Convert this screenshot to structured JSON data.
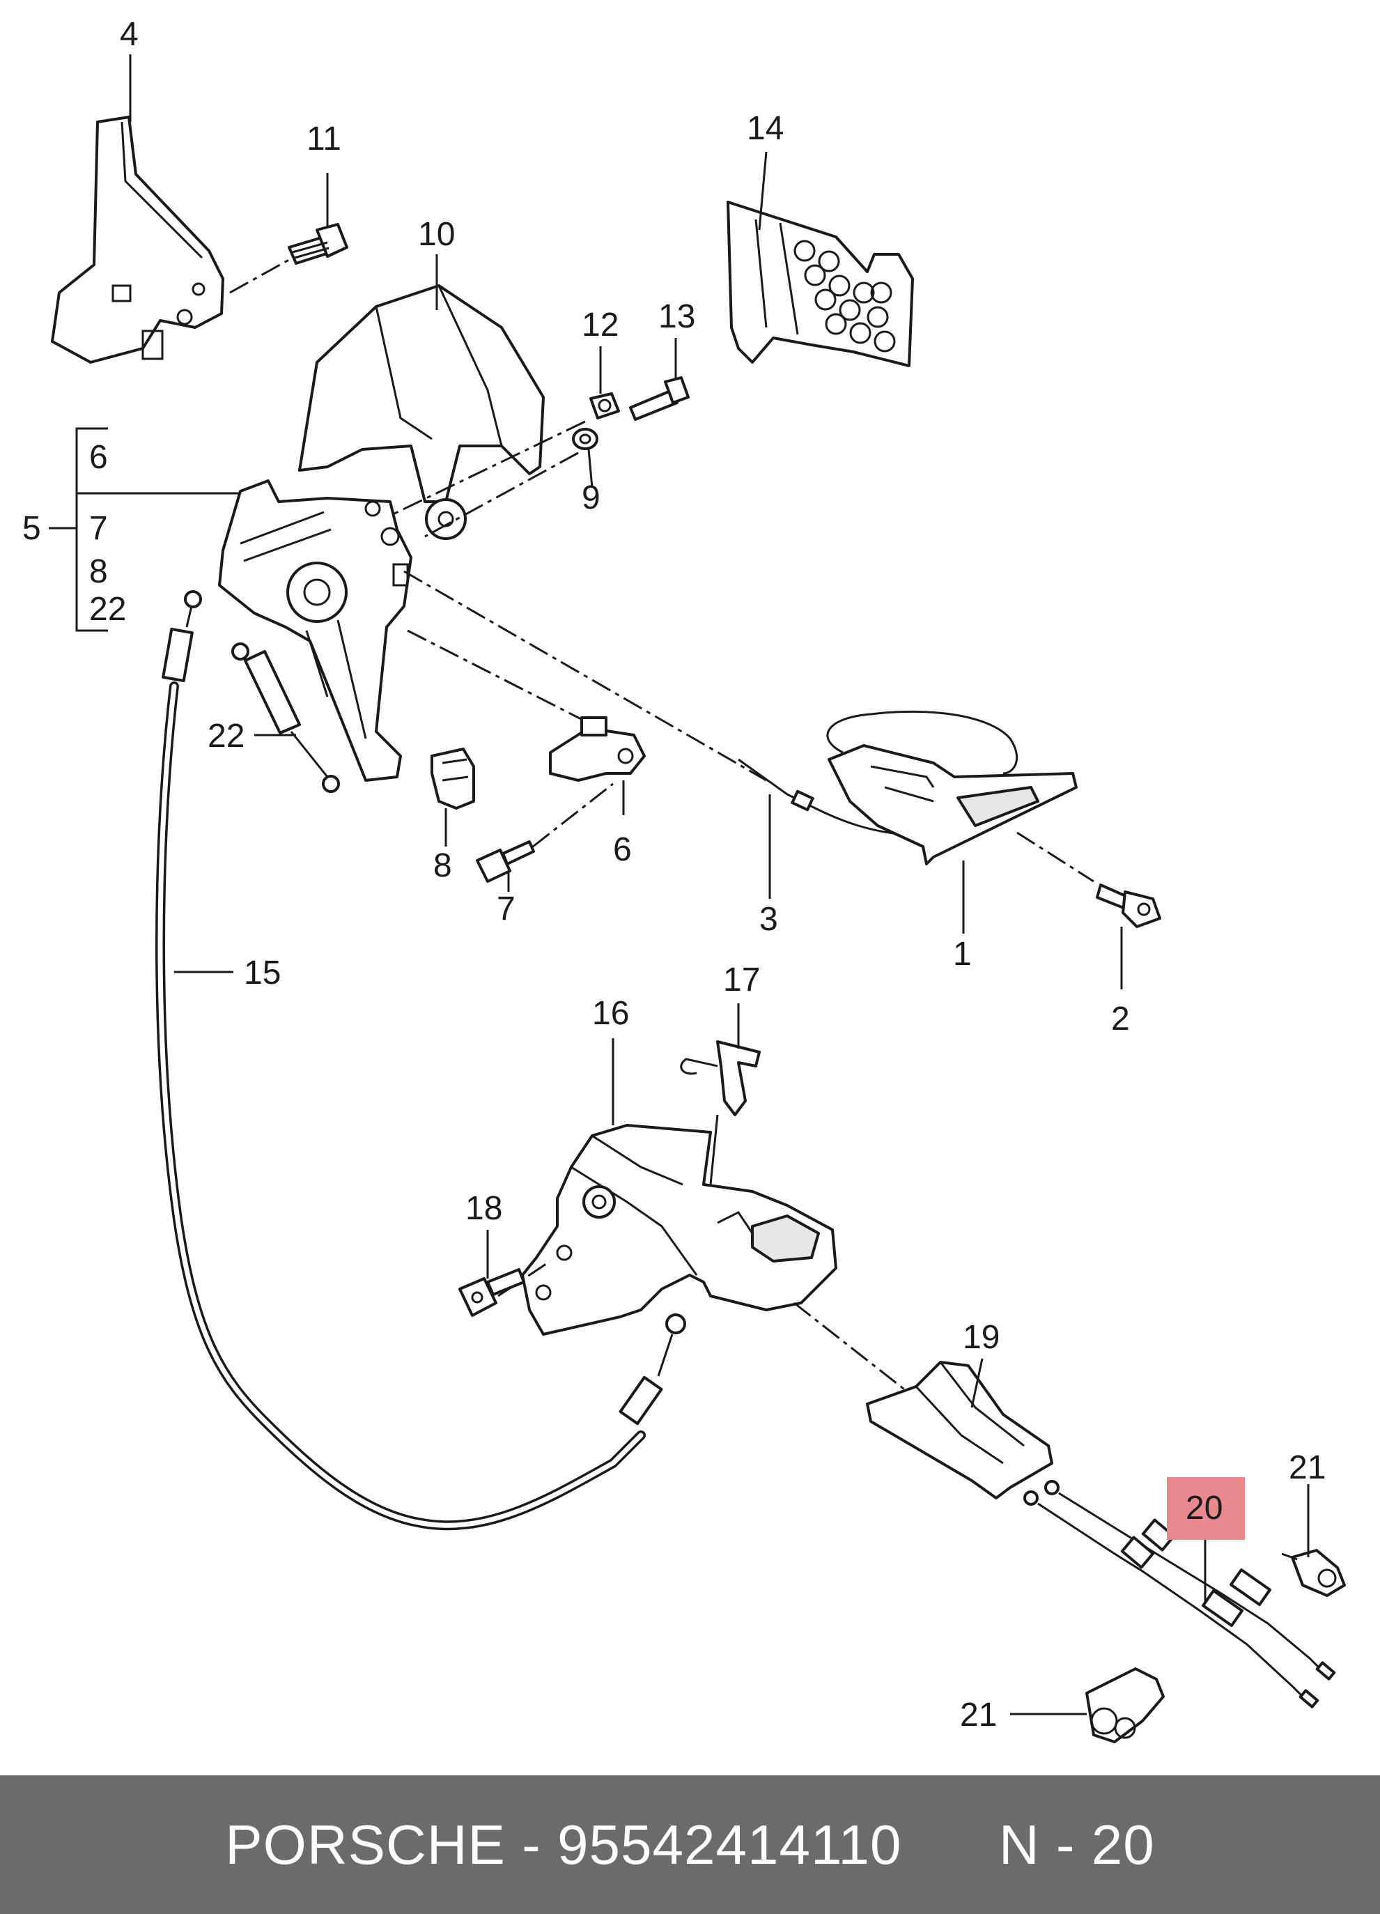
{
  "diagram": {
    "callouts": {
      "c1": "1",
      "c2": "2",
      "c3": "3",
      "c4": "4",
      "c5": "5",
      "c6a": "6",
      "c6b": "6",
      "c7a": "7",
      "c7b": "7",
      "c8a": "8",
      "c8b": "8",
      "c9": "9",
      "c10": "10",
      "c11": "11",
      "c12": "12",
      "c13": "13",
      "c14": "14",
      "c15": "15",
      "c16": "16",
      "c17": "17",
      "c18": "18",
      "c19": "19",
      "c20": "20",
      "c21a": "21",
      "c21b": "21",
      "c22a": "22",
      "c22b": "22"
    },
    "highlight_color": "#e8898f"
  },
  "footer": {
    "brand": "PORSCHE",
    "separator": " - ",
    "part_number": "95542414110",
    "position": "N - 20",
    "background": "#6b6b6b"
  }
}
